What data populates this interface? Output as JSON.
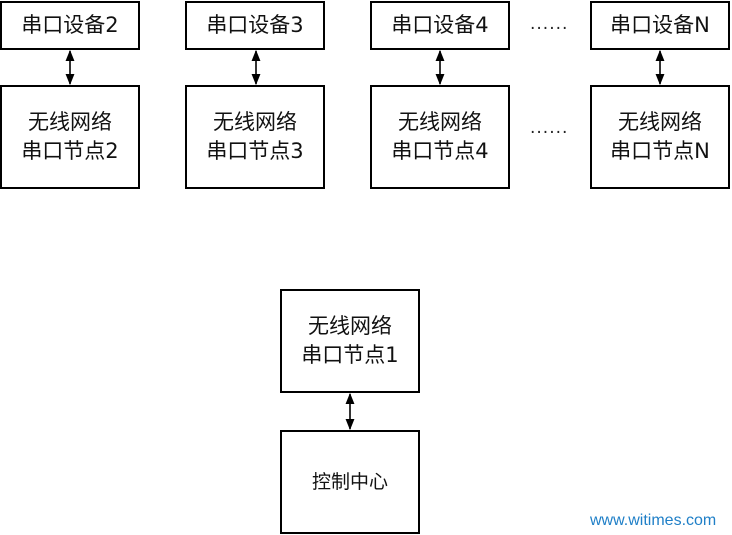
{
  "devices": [
    {
      "label": "串口设备2"
    },
    {
      "label": "串口设备3"
    },
    {
      "label": "串口设备4"
    },
    {
      "label": "串口设备N"
    }
  ],
  "nodes": [
    {
      "line1": "无线网络",
      "line2": "串口节点2"
    },
    {
      "line1": "无线网络",
      "line2": "串口节点3"
    },
    {
      "line1": "无线网络",
      "line2": "串口节点4"
    },
    {
      "line1": "无线网络",
      "line2": "串口节点N"
    }
  ],
  "ellipsis_top": "......",
  "ellipsis_mid": "......",
  "master_node": {
    "line1": "无线网络",
    "line2": "串口节点1"
  },
  "control_center": {
    "label": "控制中心"
  },
  "watermark": "www.witimes.com"
}
